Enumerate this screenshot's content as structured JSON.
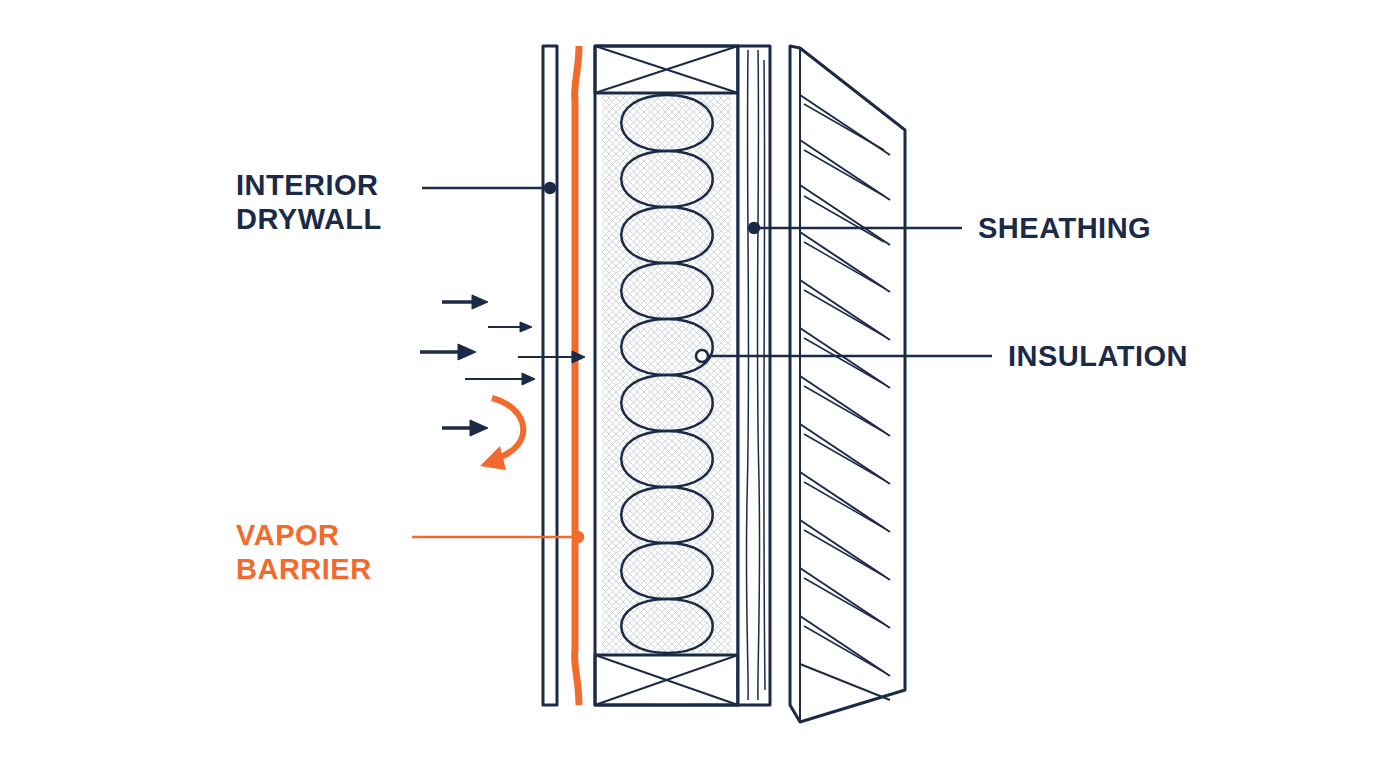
{
  "diagram": {
    "labels": [
      "INTERIOR DRYWALL",
      "SHEATHING",
      "INSULATION",
      "VAPOR BARRIER"
    ]
  }
}
